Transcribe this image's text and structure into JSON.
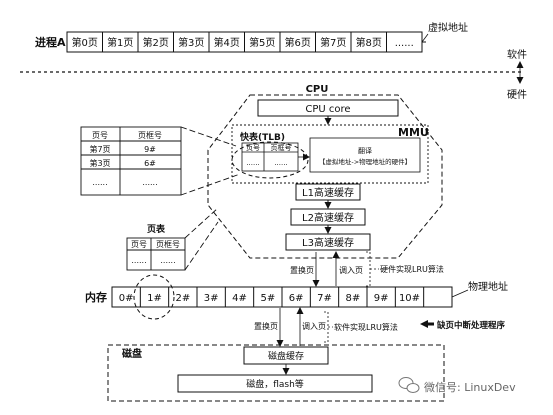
{
  "process": {
    "label": "进程A",
    "pages": [
      "第0页",
      "第1页",
      "第2页",
      "第3页",
      "第4页",
      "第5页",
      "第6页",
      "第7页",
      "第8页",
      "......"
    ],
    "virtual_address_label": "虚拟地址"
  },
  "divider": {
    "software_label": "软件",
    "hardware_label": "硬件"
  },
  "cpu": {
    "title": "CPU",
    "core_label": "CPU core",
    "mmu_label": "MMU",
    "tlb_title": "快表(TLB)",
    "tlb_headers": [
      "页号",
      "页框号"
    ],
    "tlb_cells": [
      "......",
      "......"
    ],
    "translate_title": "翻译",
    "translate_desc": "【虚拟地址->物理地址的硬件】",
    "caches": [
      "L1高速缓存",
      "L2高速缓存",
      "L3高速缓存"
    ]
  },
  "page_table_big": {
    "headers": [
      "页号",
      "页框号"
    ],
    "rows": [
      [
        "第7页",
        "9#"
      ],
      [
        "第3页",
        "6#"
      ],
      [
        "......",
        "......"
      ]
    ]
  },
  "page_table_small": {
    "title": "页表",
    "headers": [
      "页号",
      "页框号"
    ],
    "cells": [
      "......",
      "......"
    ]
  },
  "memory": {
    "label": "内存",
    "frames": [
      "0#",
      "1#",
      "2#",
      "3#",
      "4#",
      "5#",
      "6#",
      "7#",
      "8#",
      "9#",
      "10#",
      ""
    ],
    "physical_address_label": "物理地址",
    "hw_swap_out": "置换页",
    "hw_swap_in": "调入页",
    "hw_lru": "硬件实现LRU算法"
  },
  "software_paging": {
    "swap_out": "置换页",
    "swap_in": "调入页",
    "lru": "软件实现LRU算法",
    "page_fault": "缺页中断处理程序"
  },
  "disk": {
    "label": "磁盘",
    "cache_label": "磁盘缓存",
    "storage_label": "磁盘，flash等"
  },
  "watermark": "微信号: LinuxDev"
}
